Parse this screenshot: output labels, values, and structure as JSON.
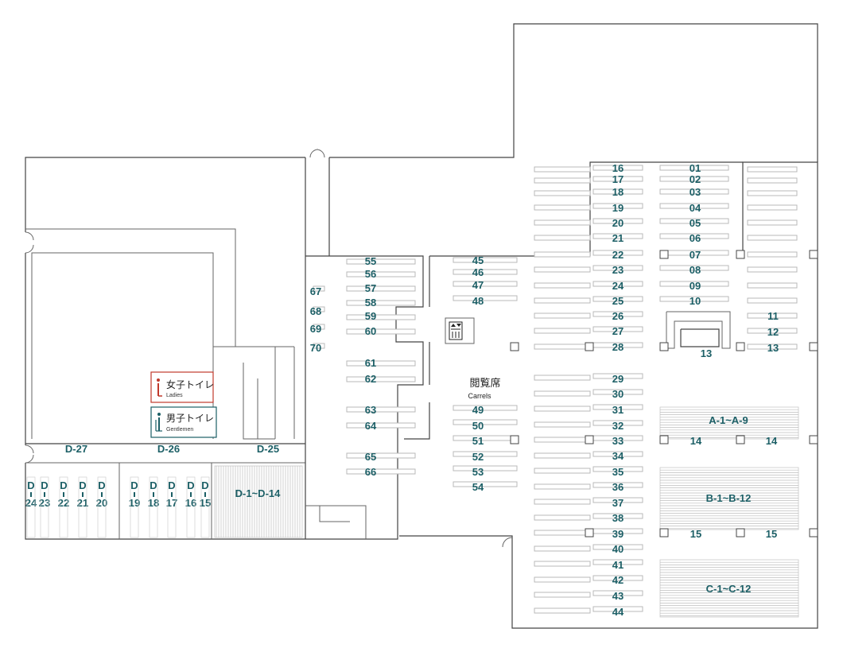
{
  "colors": {
    "label": "#1c5f66",
    "ladies": "#c0392b",
    "gentlemen": "#1c5f66",
    "walls": "#444444"
  },
  "reading_room": {
    "title": "閲覧席",
    "subtitle": "Carrels"
  },
  "restrooms": {
    "ladies": {
      "label": "女子トイレ",
      "sub": "Ladies"
    },
    "gentlemen": {
      "label": "男子トイレ",
      "sub": "Gentlemen"
    }
  },
  "icons": {
    "elevator": "elevator-icon",
    "ladies": "female-icon",
    "gentlemen": "male-icon"
  },
  "areas": {
    "d27": "D-27",
    "d26": "D-26",
    "d25": "D-25",
    "d1_14": "D-1~D-14",
    "a": "A-1~A-9",
    "b": "B-1~B-12",
    "c": "C-1~C-12"
  },
  "seats": {
    "right_col": [
      "01",
      "02",
      "03",
      "04",
      "05",
      "06",
      "07",
      "08",
      "09",
      "10"
    ],
    "mid_col": [
      "16",
      "17",
      "18",
      "19",
      "20",
      "21",
      "22",
      "23",
      "24",
      "25",
      "26",
      "27",
      "28",
      "29",
      "30",
      "31",
      "32",
      "33",
      "34",
      "35",
      "36",
      "37",
      "38",
      "39",
      "40",
      "41",
      "42",
      "43",
      "44"
    ],
    "right_small": [
      "11",
      "12",
      "13"
    ],
    "inner_13": "13",
    "row14": [
      "14",
      "14"
    ],
    "row15": [
      "15",
      "15"
    ],
    "carrels_a": [
      "45",
      "46",
      "47",
      "48"
    ],
    "carrels_b": [
      "49",
      "50",
      "51",
      "52",
      "53",
      "54"
    ],
    "carrels_c": [
      "55",
      "56",
      "57",
      "58",
      "59",
      "60",
      "61",
      "62",
      "63",
      "64",
      "65",
      "66"
    ],
    "carrels_d": [
      "67",
      "68",
      "69",
      "70"
    ]
  },
  "d_stalls": [
    {
      "prefix": "D",
      "num": "24"
    },
    {
      "prefix": "D",
      "num": "23"
    },
    {
      "prefix": "D",
      "num": "22"
    },
    {
      "prefix": "D",
      "num": "21"
    },
    {
      "prefix": "D",
      "num": "20"
    },
    {
      "prefix": "D",
      "num": "19"
    },
    {
      "prefix": "D",
      "num": "18"
    },
    {
      "prefix": "D",
      "num": "17"
    },
    {
      "prefix": "D",
      "num": "16"
    },
    {
      "prefix": "D",
      "num": "15"
    }
  ]
}
